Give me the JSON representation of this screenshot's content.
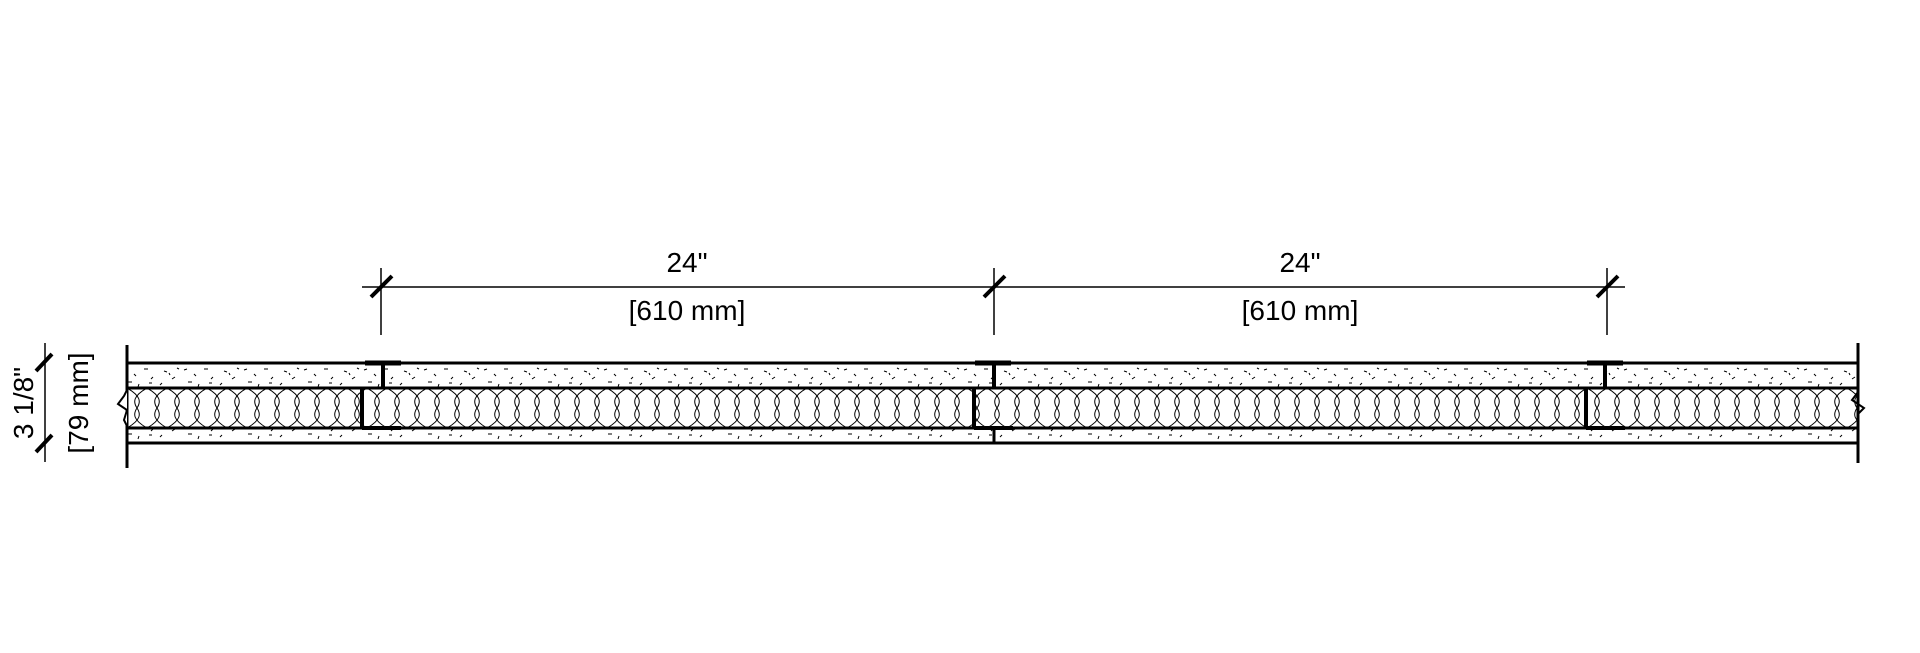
{
  "drawing": {
    "type": "wall-section-plan",
    "description": "Horizontal section of steel-stud wall with insulation between two layers of board",
    "colors": {
      "line": "#000000",
      "background": "#ffffff"
    }
  },
  "dimensions": {
    "spacing": [
      {
        "imperial": "24\"",
        "metric": "[610 mm]"
      },
      {
        "imperial": "24\"",
        "metric": "[610 mm]"
      }
    ],
    "thickness": {
      "imperial": "3 1/8\"",
      "metric": "[79 mm]"
    }
  },
  "layers": [
    {
      "name": "face-board-top",
      "pattern": "stipple"
    },
    {
      "name": "insulation",
      "pattern": "batt"
    },
    {
      "name": "face-board-bottom",
      "pattern": "stipple"
    }
  ],
  "studs": {
    "count": 3,
    "type": "steel-stud"
  },
  "break_lines": {
    "left": "zigzag-break",
    "right": "zigzag-break"
  }
}
